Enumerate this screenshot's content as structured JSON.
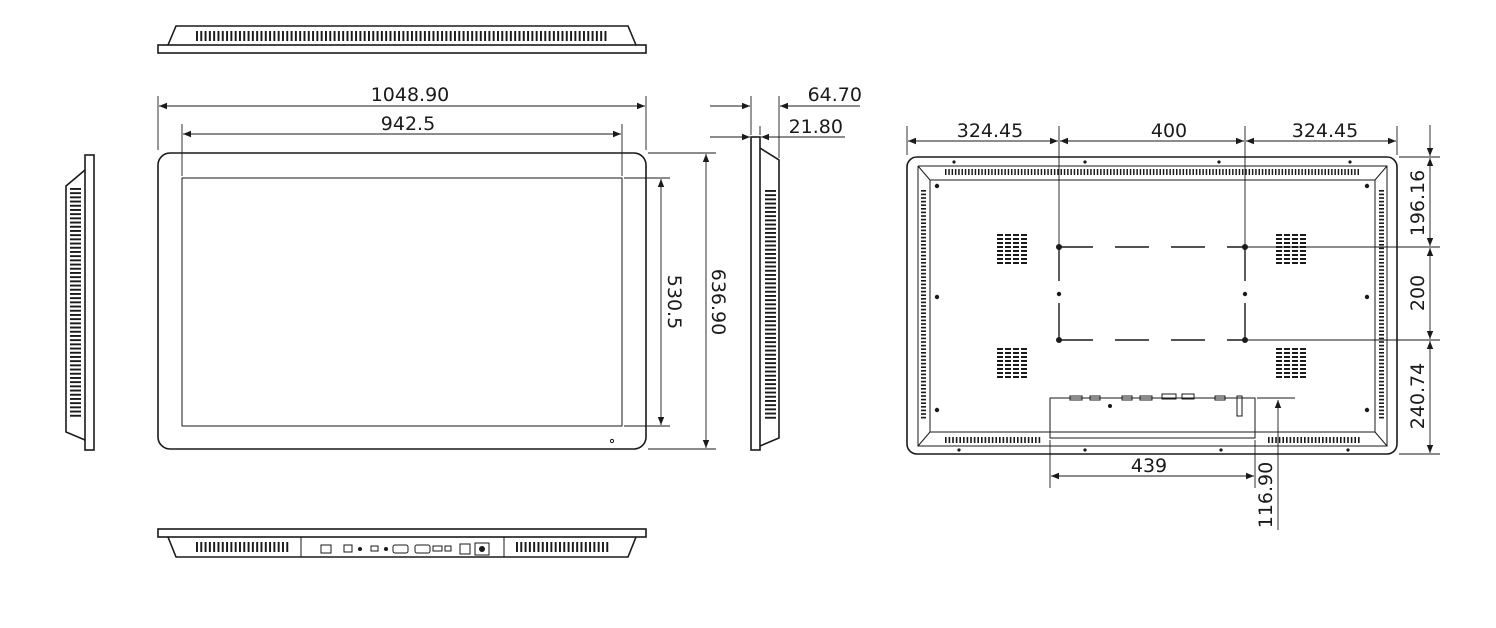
{
  "front_view": {
    "overall_width": "1048.90",
    "active_width": "942.5",
    "active_height": "530.5",
    "overall_height": "636.90"
  },
  "side_view": {
    "total_depth": "64.70",
    "bezel_depth": "21.80"
  },
  "rear_view": {
    "left_offset": "324.45",
    "vesa_horizontal": "400",
    "right_offset": "324.45",
    "top_offset": "196.16",
    "vesa_vertical": "200",
    "bottom_offset": "240.74",
    "io_panel_width": "439",
    "io_panel_height": "116.90"
  }
}
